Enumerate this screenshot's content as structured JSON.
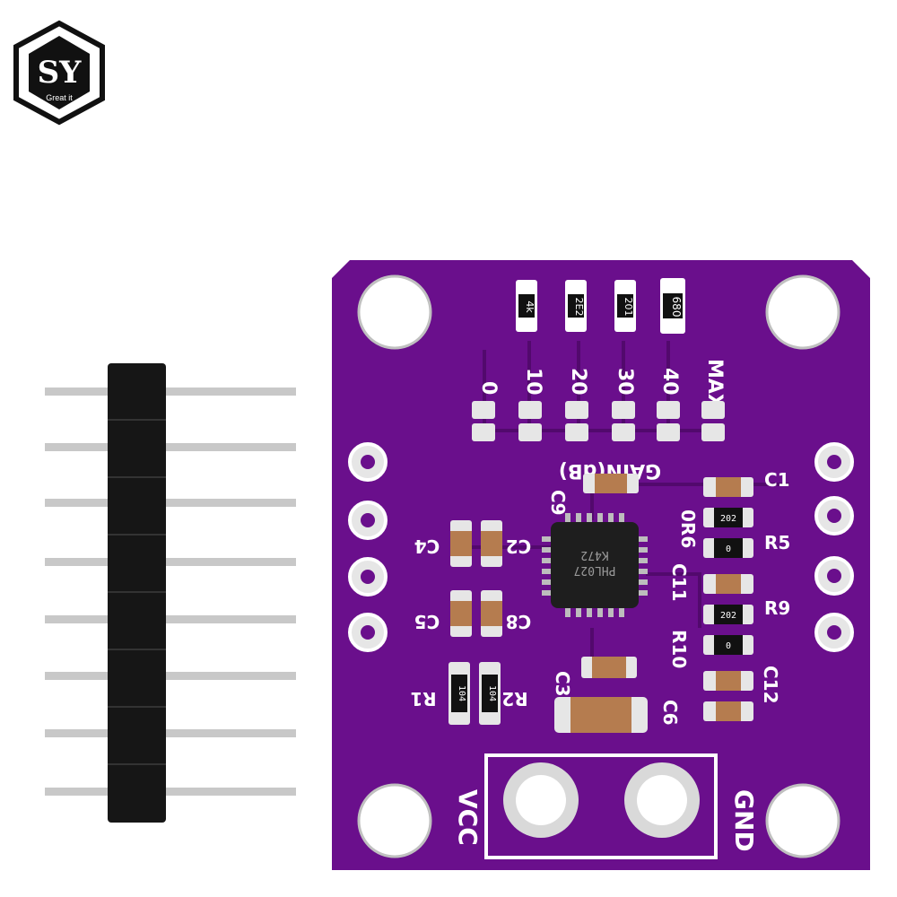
{
  "logo": {
    "letters": "SY",
    "tagline": "Great it"
  },
  "board": {
    "gain_labels": [
      "0",
      "10",
      "20",
      "30",
      "40",
      "MAX"
    ],
    "gain_title": "GAIN(dB)",
    "resistor_codes": [
      "4k",
      "2E2",
      "201",
      "680"
    ],
    "chip_markings": [
      "K472",
      "PHL027"
    ],
    "silkscreen": {
      "c1": "C1",
      "c2": "C2",
      "c3": "C3",
      "c4": "C4",
      "c5": "C5",
      "c6": "C6",
      "c8": "C8",
      "c9": "C9",
      "c11": "C11",
      "c12": "C12",
      "r1": "R1",
      "r2": "R2",
      "r5": "R5",
      "r6": "0R6",
      "r9": "R9",
      "r10": "R10"
    },
    "smd_codes": {
      "r1": "104",
      "r2": "104",
      "r6": "202",
      "r5": "0",
      "r9": "202",
      "r10": "0"
    },
    "terminals": {
      "vcc": "VCC",
      "gnd": "GND"
    }
  },
  "header": {
    "pin_count": 8
  },
  "colors": {
    "pcb": "#6a0f8c",
    "pcb_dark": "#52096d",
    "silk": "#ffffff",
    "pad": "#d9d9d9",
    "chip": "#1e1e1e",
    "cap": "#b57c4f"
  }
}
